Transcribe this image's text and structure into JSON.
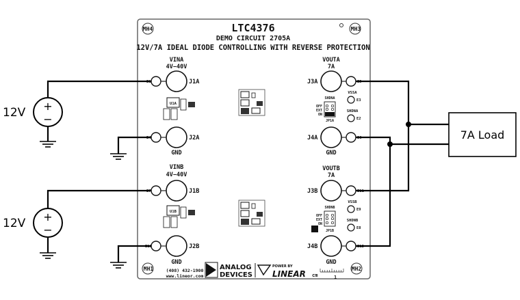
{
  "board": {
    "part": "LTC4376",
    "demo": "DEMO CIRCUIT 2705A",
    "description": "12V/7A IDEAL DIODE CONTROLLING WITH REVERSE PROTECTION",
    "phone": "(408) 432-1900",
    "web": "www.lineor.com",
    "brand_adi_1": "ANALOG",
    "brand_adi_2": "DEVICES",
    "powered_by": "POWER BY",
    "brand_linear": "LINEAR",
    "scale_unit": "cm",
    "scale_value": "1"
  },
  "holes": {
    "mh1": "MH1",
    "mh2": "MH2",
    "mh3": "MH3",
    "mh4": "MH4"
  },
  "channel_a": {
    "vin_label": "VINA",
    "vin_range": "4V−40V",
    "vin_jack": "J1A",
    "vin_pad": "E1",
    "gnd_jack": "J2A",
    "gnd_pad": "E4",
    "gnd_label": "GND",
    "vout_label": "VOUTA",
    "vout_current": "7A",
    "vout_jack": "J3A",
    "vout_pad": "E5",
    "vss_label": "VSSA",
    "vss_pad": "E3",
    "shdn_label": "SHDNA",
    "shdn_pad": "E2",
    "ic_label": "U1A",
    "out_gnd_jack": "J4A",
    "out_gnd_pad": "E6",
    "out_gnd_label": "GND",
    "jumper_label": "SHDNA",
    "jumper_ref": "JP1A",
    "jumper_opts": [
      "OFF",
      "EXT",
      "ON"
    ]
  },
  "channel_b": {
    "vin_label": "VINB",
    "vin_range": "4V−40V",
    "vin_jack": "J1B",
    "vin_pad": "E7",
    "gnd_jack": "J2B",
    "gnd_pad": "E10",
    "gnd_label": "GND",
    "vout_label": "VOUTB",
    "vout_current": "7A",
    "vout_jack": "J3B",
    "vout_pad": "E11",
    "vss_label": "VSSB",
    "vss_pad": "E9",
    "shdn_label": "SHDNB",
    "shdn_pad": "E8",
    "ic_label": "U1B",
    "out_gnd_jack": "J4B",
    "out_gnd_pad": "E12",
    "out_gnd_label": "GND",
    "jumper_label": "SHDNB",
    "jumper_ref": "JP1B",
    "jumper_opts": [
      "OFF",
      "EXT",
      "ON"
    ]
  },
  "external": {
    "source_top_voltage": "12V",
    "source_bottom_voltage": "12V",
    "source_top_plus": "+",
    "source_top_minus": "−",
    "source_bottom_plus": "+",
    "source_bottom_minus": "−",
    "load_label": "7A Load"
  }
}
